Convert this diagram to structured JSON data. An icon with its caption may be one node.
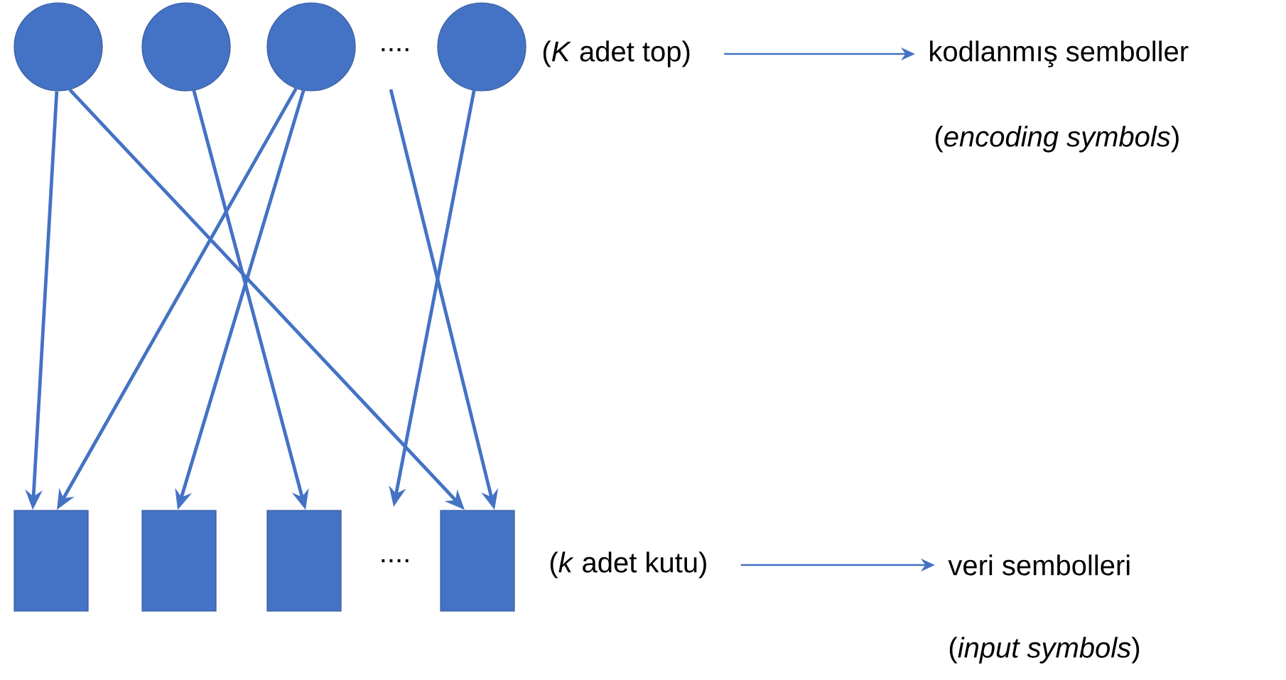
{
  "diagram": {
    "nodes": [
      {
        "text": [],
        "shape": "circle"
      },
      {
        "text": [],
        "shape": "circle"
      },
      {
        "text": [],
        "shape": "circle"
      },
      {
        "text": [],
        "shape": "circle"
      },
      {
        "text": [],
        "shape": "box"
      },
      {
        "text": [],
        "shape": "box"
      },
      {
        "text": [],
        "shape": "box"
      },
      {
        "text": [],
        "shape": "box"
      },
      {
        "text": [
          "(*K* adet top)"
        ]
      },
      {
        "text": [
          "kodlanmış semboller"
        ],
        "beside": [
          "(*encoding symbols*)"
        ]
      },
      {
        "text": [
          "(*k* adet kutu)"
        ]
      },
      {
        "text": [
          "veri sembolleri"
        ],
        "beside": [
          "(*input symbols*)"
        ]
      }
    ],
    "edges": [
      {
        "from": 0,
        "to": 4,
        "arrow": "to"
      },
      {
        "from": 0,
        "to": 7,
        "arrow": "to"
      },
      {
        "from": 1,
        "to": 6,
        "arrow": "to"
      },
      {
        "from": 2,
        "to": 4,
        "arrow": "to"
      },
      {
        "from": 2,
        "to": 5,
        "arrow": "to"
      },
      {
        "from": null,
        "to": 7,
        "arrow": "to"
      },
      {
        "from": 3,
        "to": null,
        "arrow": "to"
      },
      {
        "from": 8,
        "to": 9,
        "arrow": "to"
      },
      {
        "from": 10,
        "to": 11,
        "arrow": "to"
      }
    ],
    "labels": [
      "....",
      "...."
    ]
  }
}
